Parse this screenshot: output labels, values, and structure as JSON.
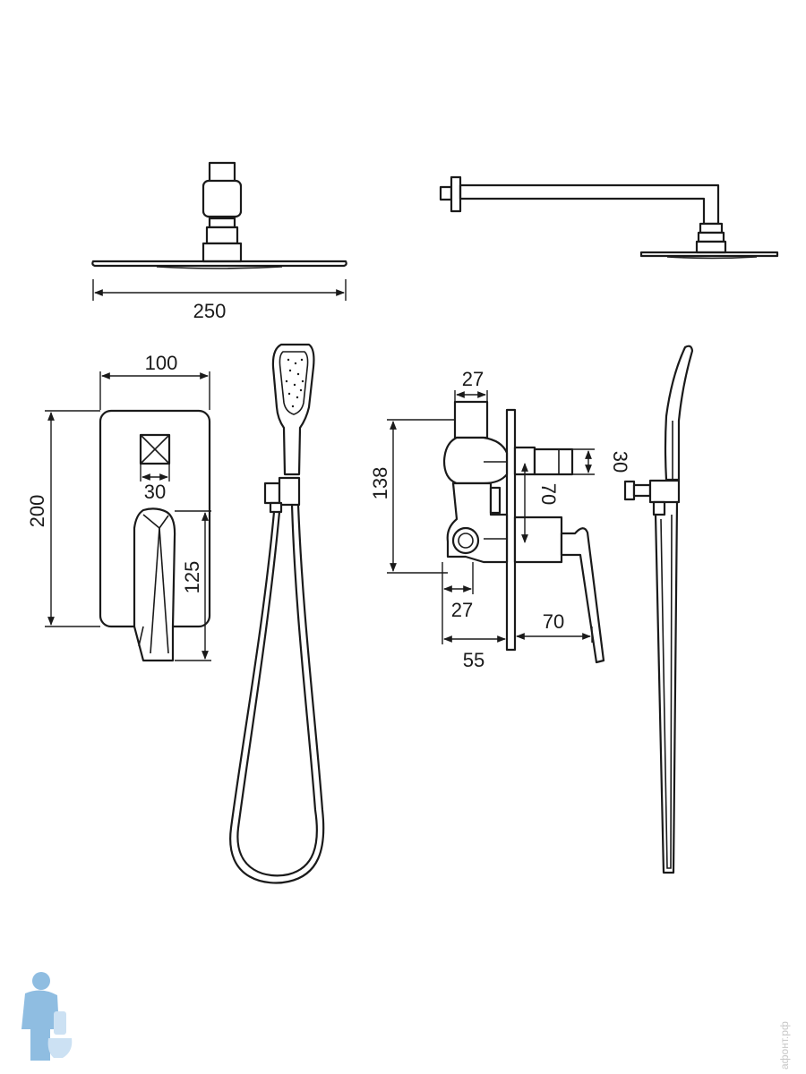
{
  "dimensions": {
    "head_width": "250",
    "plate_width": "100",
    "plate_height": "200",
    "square_width": "30",
    "lever_height": "125",
    "top_nozzle": "27",
    "body_height": "138",
    "outlet_height": "30",
    "outlet_offset": "70",
    "bottom_nozzle": "27",
    "body_depth": "55",
    "lever_reach": "70"
  },
  "watermark": {
    "site": "афонт.рф"
  },
  "colors": {
    "line": "#1a1a1a",
    "logo": "#6aa7d8"
  }
}
